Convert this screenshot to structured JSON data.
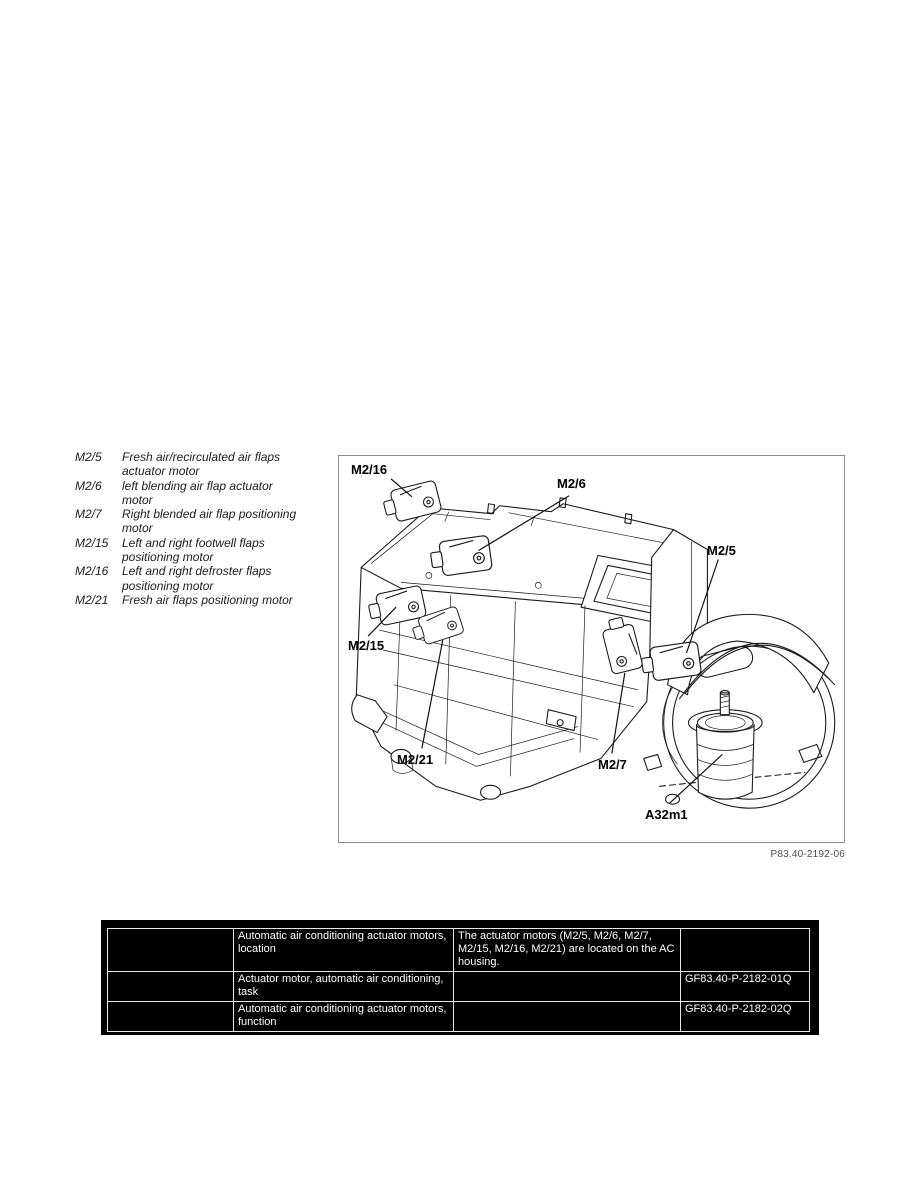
{
  "legend": {
    "items": [
      {
        "code": "M2/5",
        "description": "Fresh air/recirculated air flaps\nactuator motor"
      },
      {
        "code": "M2/6",
        "description": "left blending air flap actuator\nmotor"
      },
      {
        "code": "M2/7",
        "description": "Right blended air flap positioning\nmotor"
      },
      {
        "code": "M2/15",
        "description": "Left and right footwell flaps\npositioning motor"
      },
      {
        "code": "M2/16",
        "description": "Left and right defroster flaps\npositioning motor"
      },
      {
        "code": "M2/21",
        "description": "Fresh air flaps positioning motor"
      }
    ]
  },
  "figure": {
    "caption": "P83.40-2192-06",
    "labels": {
      "m2_16": "M2/16",
      "m2_6": "M2/6",
      "m2_5": "M2/5",
      "m2_15": "M2/15",
      "m2_21": "M2/21",
      "m2_7": "M2/7",
      "a32m1": "A32m1"
    }
  },
  "table": {
    "colors": {
      "background": "#000000",
      "text": "#ffffff",
      "grid": "#e8e8e8"
    },
    "rows": [
      {
        "col1": "",
        "col2": "Automatic air conditioning actuator motors,\nlocation",
        "col3": "The actuator motors (M2/5, M2/6, M2/7,\nM2/15, M2/16, M2/21) are located on the AC\nhousing.",
        "col4": ""
      },
      {
        "col1": "",
        "col2": "Actuator motor, automatic air conditioning,\ntask",
        "col3": "",
        "col4": "GF83.40-P-2182-01Q"
      },
      {
        "col1": "",
        "col2": "Automatic air conditioning actuator motors,\nfunction",
        "col3": "",
        "col4": "GF83.40-P-2182-02Q"
      }
    ]
  }
}
